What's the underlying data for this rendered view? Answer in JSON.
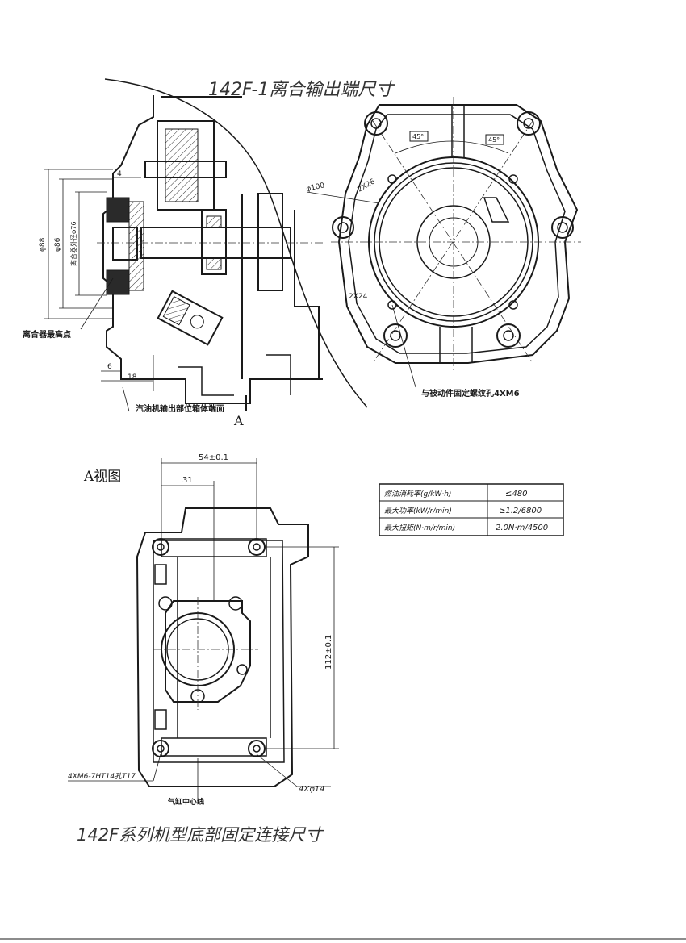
{
  "titles": {
    "top": "142F-1离合输出端尺寸",
    "view_a_label": "A视图",
    "view_a_marker": "A",
    "bottom": "142F系列机型底部固定连接尺寸"
  },
  "top_left_view": {
    "dims": {
      "d88": "φ88",
      "d86": "φ86",
      "d76": "离合器外径φ76",
      "w4": "4",
      "w6": "6",
      "w18": "18"
    },
    "labels": {
      "clutch_high": "离合器最高点",
      "output_face": "汽油机输出部位箱体端面"
    }
  },
  "top_right_view": {
    "dims": {
      "d100": "φ100",
      "ang1": "45°",
      "ang2": "45°",
      "r26": "2X26",
      "r24": "2X24"
    },
    "labels": {
      "holes": "与被动件固定螺纹孔4XM6"
    }
  },
  "view_a": {
    "dims": {
      "w54": "54±0.1",
      "w31": "31",
      "h112": "112±0.1"
    },
    "labels": {
      "thread": "4XM6-7HT14孔T17",
      "holes14": "4Xφ14",
      "cyl_center": "气缸中心线"
    }
  },
  "spec_table": {
    "rows": [
      {
        "label": "燃油消耗率(g/kW·h)",
        "value": "≤480"
      },
      {
        "label": "最大功率(kW/r/min)",
        "value": "≥1.2/6800"
      },
      {
        "label": "最大扭矩(N·m/r/min)",
        "value": "2.0N·m/4500"
      }
    ]
  }
}
